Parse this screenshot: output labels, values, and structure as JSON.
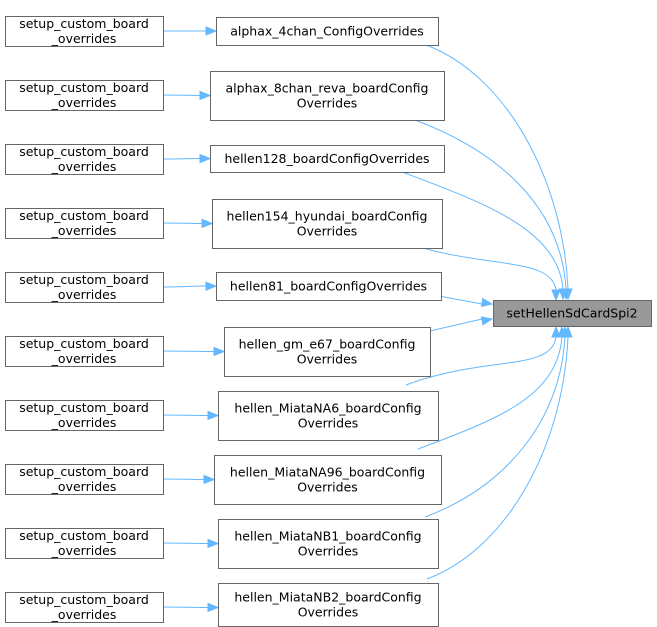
{
  "graph": {
    "edge_color": "#63b8ff",
    "root": {
      "id": "root",
      "lines": [
        "setHellenSdCardSpi2"
      ],
      "fill": "#999999"
    },
    "callers": [
      {
        "id": "m0",
        "lines": [
          "alphax_4chan_ConfigOverrides"
        ],
        "setup_lines": [
          "setup_custom_board",
          "_overrides"
        ]
      },
      {
        "id": "m1",
        "lines": [
          "alphax_8chan_reva_boardConfig",
          "Overrides"
        ],
        "setup_lines": [
          "setup_custom_board",
          "_overrides"
        ]
      },
      {
        "id": "m2",
        "lines": [
          "hellen128_boardConfigOverrides"
        ],
        "setup_lines": [
          "setup_custom_board",
          "_overrides"
        ]
      },
      {
        "id": "m3",
        "lines": [
          "hellen154_hyundai_boardConfig",
          "Overrides"
        ],
        "setup_lines": [
          "setup_custom_board",
          "_overrides"
        ]
      },
      {
        "id": "m4",
        "lines": [
          "hellen81_boardConfigOverrides"
        ],
        "setup_lines": [
          "setup_custom_board",
          "_overrides"
        ]
      },
      {
        "id": "m5",
        "lines": [
          "hellen_gm_e67_boardConfig",
          "Overrides"
        ],
        "setup_lines": [
          "setup_custom_board",
          "_overrides"
        ]
      },
      {
        "id": "m6",
        "lines": [
          "hellen_MiataNA6_boardConfig",
          "Overrides"
        ],
        "setup_lines": [
          "setup_custom_board",
          "_overrides"
        ]
      },
      {
        "id": "m7",
        "lines": [
          "hellen_MiataNA96_boardConfig",
          "Overrides"
        ],
        "setup_lines": [
          "setup_custom_board",
          "_overrides"
        ]
      },
      {
        "id": "m8",
        "lines": [
          "hellen_MiataNB1_boardConfig",
          "Overrides"
        ],
        "setup_lines": [
          "setup_custom_board",
          "_overrides"
        ]
      },
      {
        "id": "m9",
        "lines": [
          "hellen_MiataNB2_boardConfig",
          "Overrides"
        ],
        "setup_lines": [
          "setup_custom_board",
          "_overrides"
        ]
      }
    ]
  }
}
